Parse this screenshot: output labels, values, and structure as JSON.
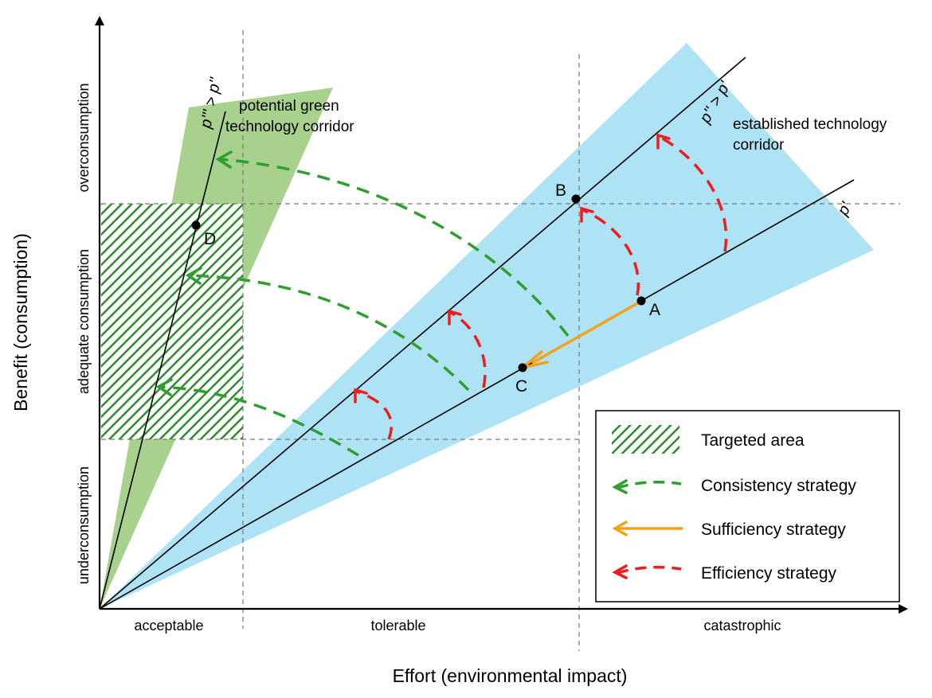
{
  "axes": {
    "x_title": "Effort (environmental impact)",
    "y_title": "Benefit (consumption)",
    "x_zones": [
      "acceptable",
      "tolerable",
      "catastrophic"
    ],
    "y_zones": [
      "underconsumption",
      "adequate consumption",
      "overconsumption"
    ]
  },
  "corridors": {
    "established": "established technology corridor",
    "established_line1": "established technology",
    "established_line2": "corridor",
    "green_line1": "potential green",
    "green_line2": "technology corridor"
  },
  "slopes": {
    "p1": "p'",
    "p2": "p'' > p'",
    "p3": "p''' > p''"
  },
  "points": {
    "A": "A",
    "B": "B",
    "C": "C",
    "D": "D"
  },
  "legend": {
    "targeted": "Targeted area",
    "consistency": "Consistency strategy",
    "sufficiency": "Sufficiency strategy",
    "efficiency": "Efficiency strategy"
  },
  "colors": {
    "established_fill": "#aee3f5",
    "green_fill": "#a9d18e",
    "hatch": "#2e8b2e",
    "consistency": "#2e9e2e",
    "sufficiency": "#f7a019",
    "efficiency": "#ee1c1c"
  }
}
